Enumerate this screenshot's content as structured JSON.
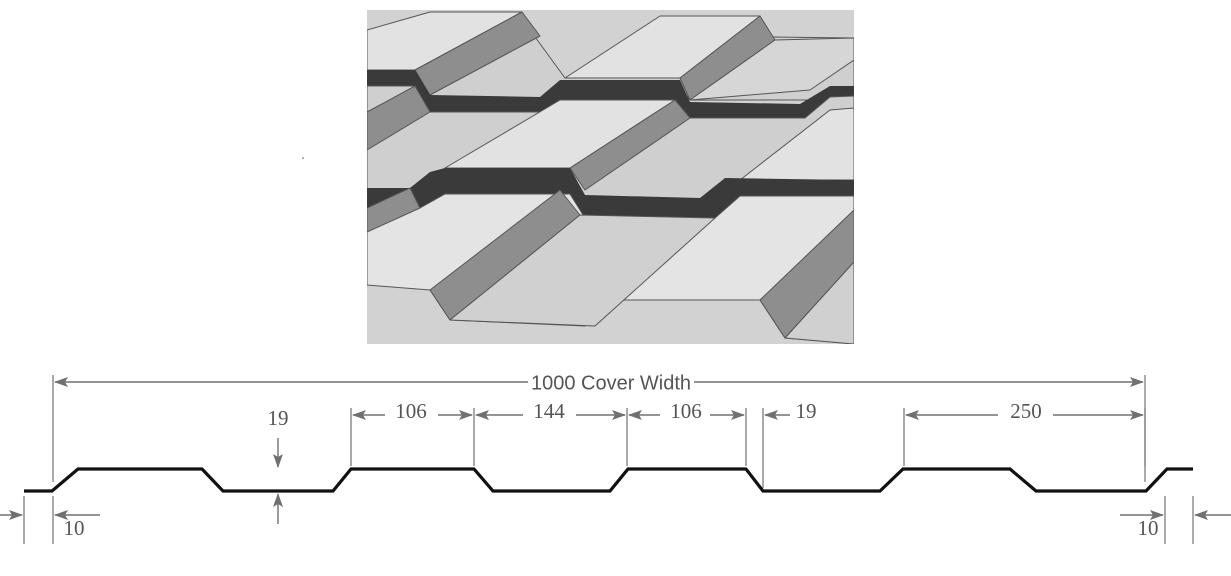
{
  "dimensions": {
    "cover_width": "1000 Cover Width",
    "rib_height": "19",
    "rib_top_left": "106",
    "pan_width": "144",
    "rib_top_right": "106",
    "rib_height_right": "19",
    "module_width": "250",
    "edge_left": "10",
    "edge_right": "10"
  },
  "colors": {
    "panel_light": "#e4e4e4",
    "panel_mid": "#cccccc",
    "panel_dark": "#8c8c8c",
    "step_shadow": "#3a3a3a",
    "profile": "#111111",
    "dimension": "#707070"
  }
}
